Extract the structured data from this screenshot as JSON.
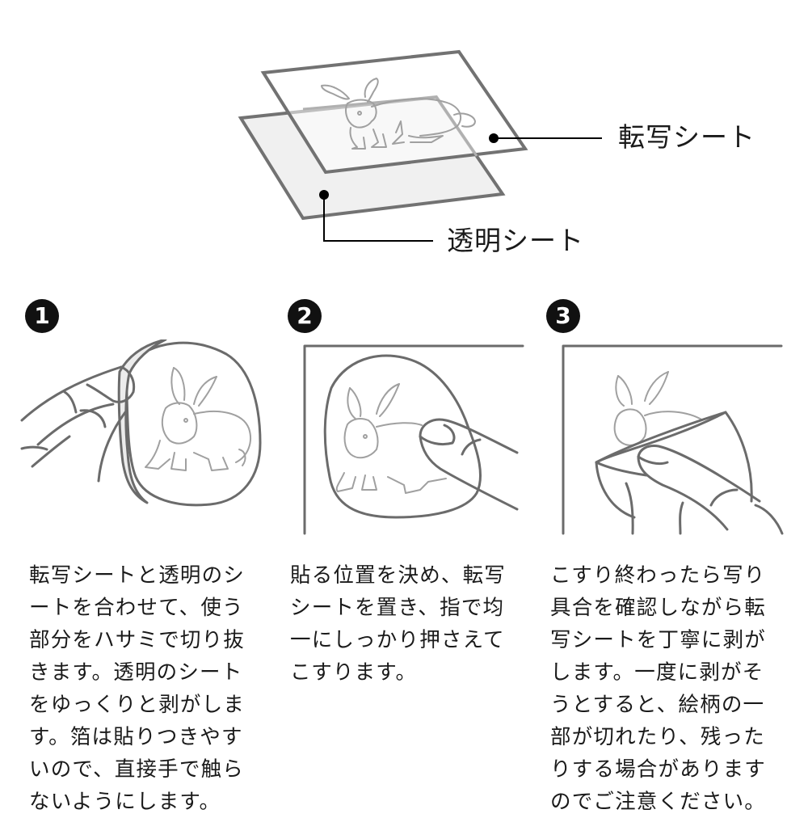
{
  "diagram": {
    "labels": {
      "transfer_sheet": "転写シート",
      "clear_sheet": "透明シート"
    },
    "colors": {
      "line_gray": "#6b6b6b",
      "rabbit_gray": "#a8a8a8",
      "sheet_fill": "#f0f0f0",
      "text": "#1a1a1a",
      "badge": "#111111"
    }
  },
  "steps": [
    {
      "number": "1",
      "text": "転写シートと透明のシートを合わせて、使う部分をハサミで切り抜きます。透明のシートをゆっくりと剥がします。箔は貼りつきやすいので、直接手で触らないようにします。"
    },
    {
      "number": "2",
      "text": "貼る位置を決め、転写シートを置き、指で均一にしっかり押さえてこすります。"
    },
    {
      "number": "3",
      "text": "こすり終わったら写り具合を確認しながら転写シートを丁寧に剥がします。一度に剥がそうとすると、絵柄の一部が切れたり、残ったりする場合がありますのでご注意ください。"
    }
  ]
}
